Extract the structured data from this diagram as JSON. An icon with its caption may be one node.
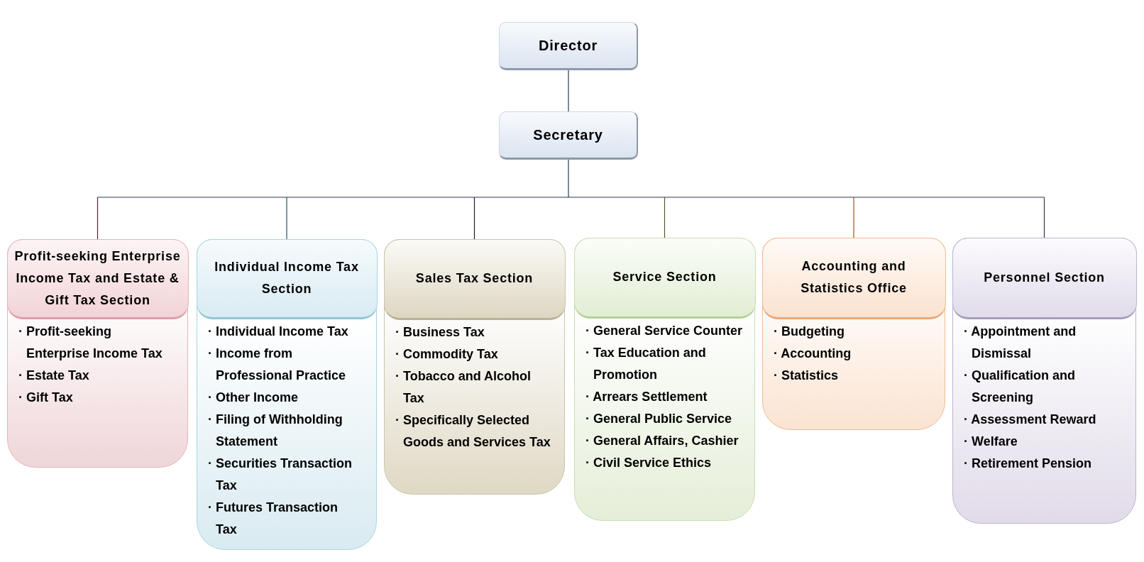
{
  "diagram": {
    "nodes": [
      {
        "text": [
          "Director"
        ]
      },
      {
        "text": [
          "Secretary"
        ]
      },
      {
        "text": [
          "Profit-seeking Enterprise Income Tax and Estate & Gift Tax Section",
          "· Profit-seeking Enterprise Income Tax",
          "· Estate Tax",
          "· Gift Tax"
        ]
      },
      {
        "text": [
          "Individual Income Tax Section",
          "· Individual Income Tax",
          "· Income from Professional Practice",
          "· Other Income",
          "· Filing of Withholding Statement",
          "· Securities Transaction Tax",
          "· Futures Transaction Tax"
        ]
      },
      {
        "text": [
          "Sales Tax Section",
          "· Business Tax",
          "· Commodity Tax",
          "· Tobacco and Alcohol Tax",
          "· Specifically Selected Goods and Services Tax"
        ]
      },
      {
        "text": [
          "Service Section",
          "· General Service Counter",
          "· Tax Education and Promotion",
          "· Arrears Settlement",
          "· General Public Service",
          "· General Affairs, Cashier",
          "· Civil Service Ethics"
        ]
      },
      {
        "text": [
          "Accounting and Statistics Office",
          "· Budgeting",
          "· Accounting",
          "· Statistics"
        ]
      },
      {
        "text": [
          "Personnel Section",
          "· Appointment and Dismissal",
          "· Qualification and Screening",
          "· Assessment Reward",
          "· Welfare",
          "· Retirement Pension"
        ]
      }
    ],
    "edges": [
      {
        "from": 0,
        "to": 1,
        "arrow": "none"
      },
      {
        "from": 1,
        "to": 2,
        "arrow": "none"
      },
      {
        "from": 1,
        "to": 3,
        "arrow": "none"
      },
      {
        "from": 1,
        "to": 4,
        "arrow": "none"
      },
      {
        "from": 1,
        "to": 5,
        "arrow": "none"
      },
      {
        "from": 1,
        "to": 6,
        "arrow": "none"
      },
      {
        "from": 1,
        "to": 7,
        "arrow": "none"
      }
    ]
  }
}
